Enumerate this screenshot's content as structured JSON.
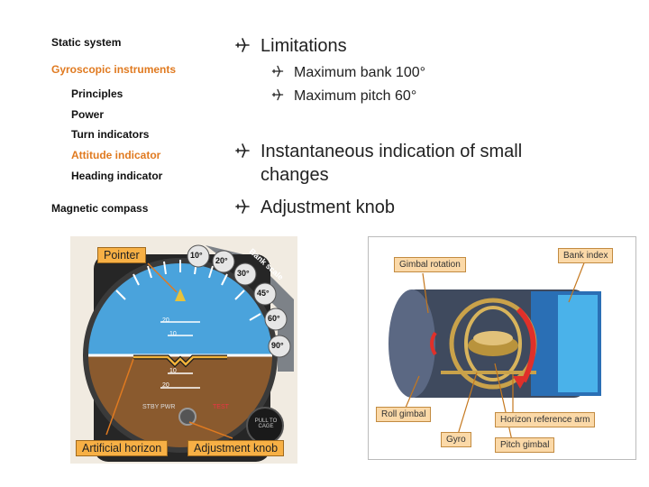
{
  "outline": {
    "static_system": "Static system",
    "gyro_instruments": "Gyroscopic instruments",
    "principles": "Principles",
    "power": "Power",
    "turn_indicators": "Turn indicators",
    "attitude_indicator": "Attitude indicator",
    "heading_indicator": "Heading indicator",
    "magnetic_compass": "Magnetic compass"
  },
  "bullets": {
    "limitations": "Limitations",
    "max_bank": "Maximum bank 100°",
    "max_pitch": "Maximum pitch 60°",
    "instantaneous_line1": "Instantaneous indication of small",
    "instantaneous_line2": "changes",
    "adjustment_knob": "Adjustment knob"
  },
  "left_figure": {
    "pointer_label": "Pointer",
    "artificial_horizon_label": "Artificial horizon",
    "adjustment_knob_label": "Adjustment knob",
    "bank_scale_label": "Bank scale",
    "bank_marks": [
      "10°",
      "20°",
      "30°",
      "45°",
      "60°",
      "90°"
    ],
    "pitch_marks": [
      "20",
      "10",
      "10",
      "20"
    ],
    "stby_pwr": "STBY PWR",
    "test": "TEST",
    "pull_to_cage": "PULL TO CAGE"
  },
  "right_figure": {
    "gimbal_rotation": "Gimbal rotation",
    "bank_index": "Bank index",
    "roll_gimbal": "Roll gimbal",
    "horizon_reference_arm": "Horizon reference arm",
    "gyro": "Gyro",
    "pitch_gimbal": "Pitch gimbal"
  },
  "colors": {
    "accent": "#e07a20",
    "callout": "#f7b045",
    "sky": "#4aa3dc",
    "ground": "#8a5a2e"
  }
}
